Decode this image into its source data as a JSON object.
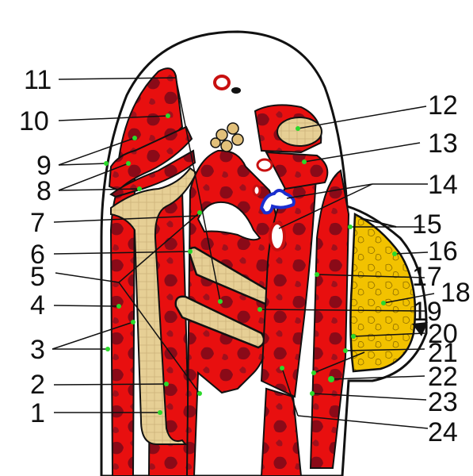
{
  "labels": {
    "l1": "1",
    "l2": "2",
    "l3": "3",
    "l4": "4",
    "l5": "5",
    "l6": "6",
    "l7": "7",
    "l8": "8",
    "l9": "9",
    "l10": "10",
    "l11": "11",
    "l12": "12",
    "l13": "13",
    "l14": "14",
    "l15": "15",
    "l16": "16",
    "l17": "17",
    "l18": "18",
    "l19": "19",
    "l20": "20",
    "l21": "21",
    "l22": "22",
    "l23": "23",
    "l24": "24"
  },
  "colors": {
    "muscle": "#e80f0f",
    "muscle_dark": "#8a0a18",
    "bone": "#ecd9a8",
    "bone_dark": "#cdb27a",
    "fat": "#f2c200",
    "vein": "#1a2fcf",
    "marker": "#2bd92b",
    "outline": "#111111"
  }
}
